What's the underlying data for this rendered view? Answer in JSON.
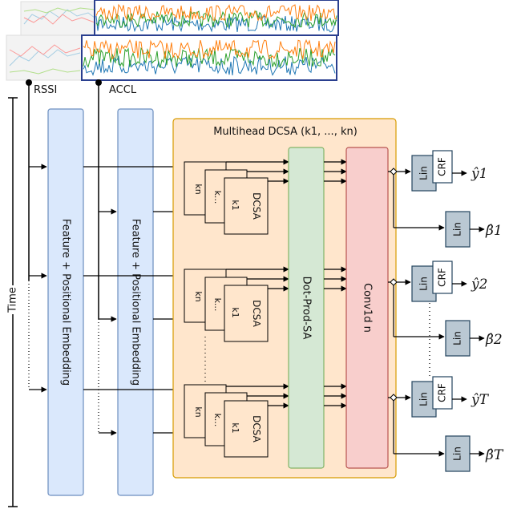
{
  "diagram": {
    "inputs": {
      "rssi_label": "RSSI",
      "accl_label": "ACCL",
      "time_label": "Time"
    },
    "embedding_label": "Feature + Positional Embedding",
    "multihead": {
      "title": "Multihead DCSA (k1, ..., kn)",
      "dcsa_label": "DCSA",
      "k1_label": "k1",
      "kdots_label": "k...",
      "kn_label": "kn"
    },
    "dot_prod_label": "Dot-Prod-SA",
    "conv_label": "Conv1d n",
    "heads": {
      "lin_label": "Lin",
      "crf_label": "CRF"
    },
    "outputs": {
      "y1": "ŷ1",
      "beta1": "β̂1",
      "y2": "ŷ2",
      "beta2": "β̂2",
      "yT": "ŷT",
      "betaT": "β̂T"
    },
    "colors": {
      "embedding_fill": "#dae8fc",
      "embedding_stroke": "#6c8ebf",
      "multihead_fill": "#ffe6cc",
      "multihead_stroke": "#d79b00",
      "dot_fill": "#d5e8d4",
      "dot_stroke": "#82b366",
      "conv_fill": "#f8cecc",
      "conv_stroke": "#b85450",
      "head_fill": "#bac8d3",
      "head_stroke": "#23445d",
      "signal_blue": "#1f77b4",
      "signal_orange": "#ff7f0e",
      "signal_green": "#2ca02c"
    }
  }
}
